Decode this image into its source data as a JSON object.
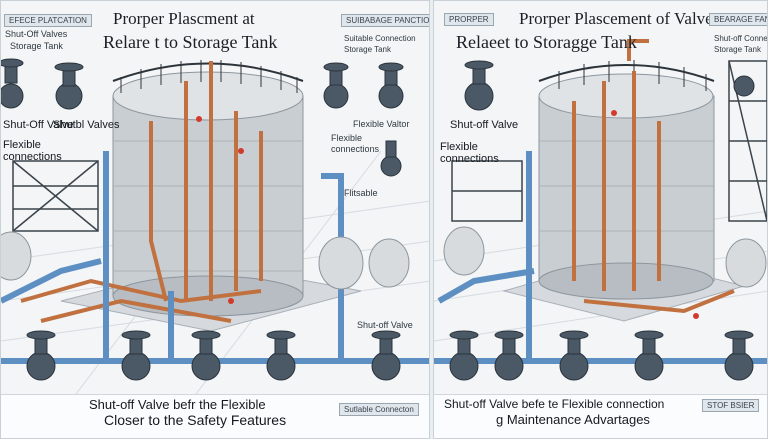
{
  "left": {
    "top_tag": "EFECE PLATCATION",
    "title_line1": "Prorper Plascment at",
    "title_line2": "Relare t to Storage Tank",
    "tag_right": "SUIBABAGE PANCTION",
    "label_shutoff_tl": "Shut-Off Valves",
    "label_storage_tank": "Storage Tank",
    "label_suitable_conn": "Suitable Connection",
    "label_suitable_conn2": "Storage Tank",
    "label_shutoff_valve": "Shut-Off Valve",
    "label_shutbl_valves": "Shutbl Valves",
    "label_flexible_valtor": "Flexible Valtor",
    "label_flexible_connections": "Flexible connections",
    "label_flexible_connections_right": "Flexible connections",
    "label_flitsable": "Flitsable",
    "label_shutoff_bottom": "Shut-off Valve",
    "banner_line1": "Shut-off Valve befr the Flexible",
    "banner_line2": "Closer to the Safety Features",
    "banner_tag": "Sutlable Connecton"
  },
  "right": {
    "title_line1": "Prorper Plascement of Valves",
    "title_line2": "Relaeet to Storagge Tank",
    "tag_top": "PRORPER",
    "tag_right": "BEARAGE FANCTION",
    "label_shutoff_valve": "Shut-off Valve",
    "label_flexible_connections": "Flexible connections",
    "label_storage_tank": "Storage Tank",
    "label_shutoff_conn": "Shut-off Connection",
    "banner_line1": "Shut-off Valve befe te Flexible connection",
    "banner_line2": "g Maintenance Advartages",
    "banner_tag": "STOF BSIER"
  },
  "colors": {
    "tank": "#c9ced2",
    "pipe_blue": "#5d8fc2",
    "pipe_copper": "#c0713f",
    "valve": "#4b5967",
    "accent": "#d23b2b"
  }
}
